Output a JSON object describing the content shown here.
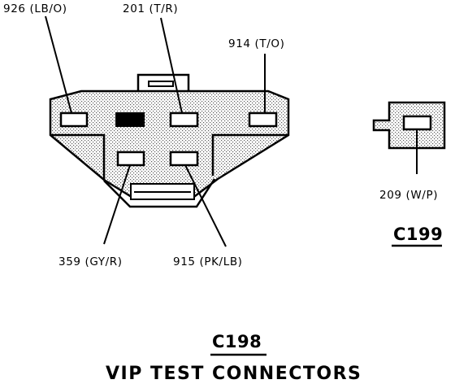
{
  "c198": {
    "pins": [
      {
        "circuit": "926",
        "color": "(LB/O)"
      },
      {
        "circuit": "201",
        "color": "(T/R)"
      },
      {
        "circuit": "914",
        "color": "(T/O)"
      },
      {
        "circuit": "359",
        "color": "(GY/R)"
      },
      {
        "circuit": "915",
        "color": "(PK/LB)"
      }
    ],
    "name": "C198"
  },
  "c199": {
    "pins": [
      {
        "circuit": "209",
        "color": "(W/P)"
      }
    ],
    "name": "C199"
  },
  "title": "VIP TEST CONNECTORS",
  "colors": {
    "ink": "#000000",
    "background": "#ffffff",
    "stipple": "#5a5a5a"
  }
}
